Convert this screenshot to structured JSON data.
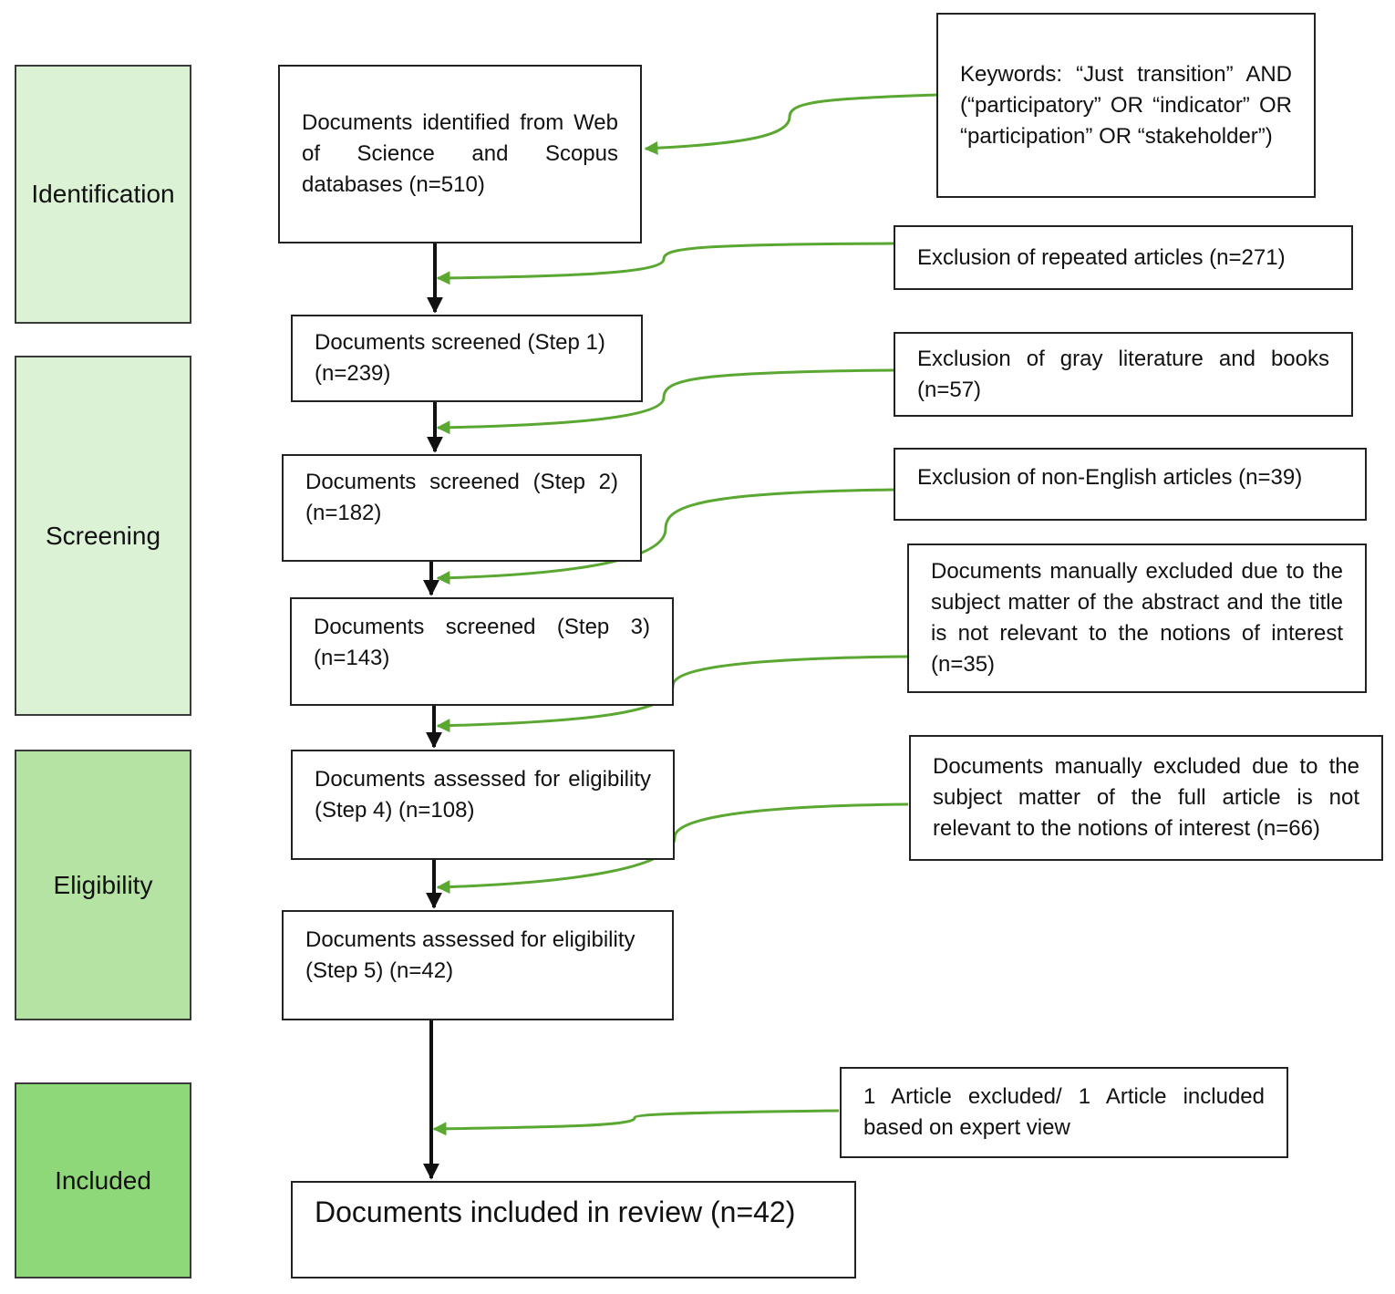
{
  "colors": {
    "stage_identification": "#dcf2d5",
    "stage_screening": "#dcf2d5",
    "stage_eligibility": "#b5e3a4",
    "stage_included": "#8fd879",
    "connector_green": "#5aa832",
    "arrow_black": "#111111"
  },
  "stages": {
    "identification": "Identification",
    "screening": "Screening",
    "eligibility": "Eligibility",
    "included": "Included"
  },
  "flow": {
    "identified": "Documents identified from Web of Science and Scopus databases (n=510)",
    "screened_1": "Documents screened (Step 1) (n=239)",
    "screened_2": "Documents screened (Step 2) (n=182)",
    "screened_3": "Documents screened (Step 3) (n=143)",
    "assessed_4": "Documents assessed for eligibility (Step 4) (n=108)",
    "assessed_5": "Documents assessed for eligibility (Step 5) (n=42)",
    "included": "Documents included in review (n=42)"
  },
  "side": {
    "keywords": "Keywords: “Just transition” AND (“participatory” OR “indicator” OR “participation” OR “stakeholder”)",
    "excl_repeated": "Exclusion of repeated articles (n=271)",
    "excl_gray": "Exclusion of gray literature and books (n=57)",
    "excl_non_english": "Exclusion of non-English articles (n=39)",
    "excl_abstract": "Documents manually excluded due to the subject matter of the abstract and the title is not relevant to the notions of interest (n=35)",
    "excl_full": "Documents manually excluded due to the subject matter of the full article is not relevant to the notions of interest (n=66)",
    "expert": "1 Article excluded/ 1 Article included based on expert view"
  }
}
